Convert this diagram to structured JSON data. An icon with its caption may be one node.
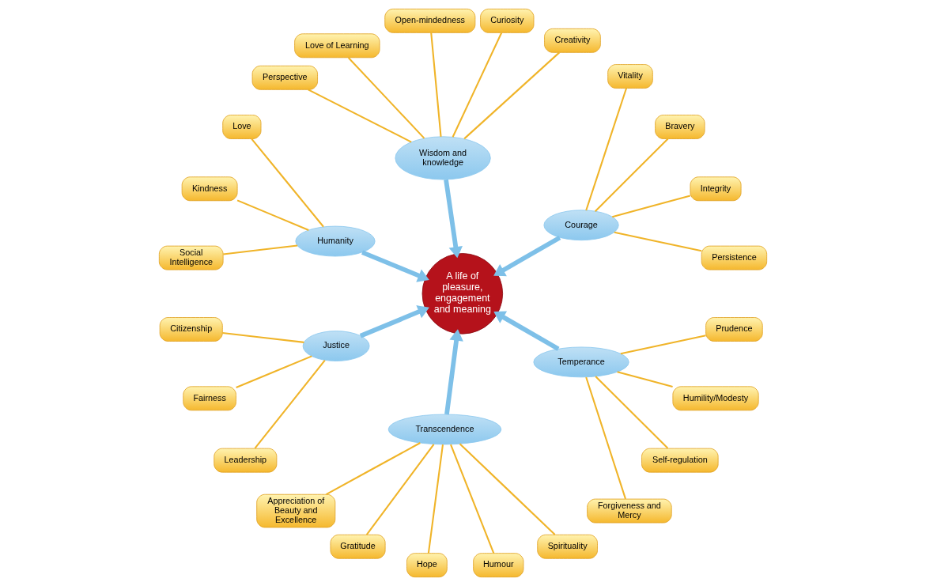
{
  "diagram": {
    "nodes": [
      {
        "text": [
          "Persistence"
        ]
      },
      {
        "text": [
          "Integrity"
        ]
      },
      {
        "text": [
          "Bravery"
        ]
      },
      {
        "text": [
          "Vitality"
        ]
      },
      {
        "text": [
          "Creativity"
        ]
      },
      {
        "text": [
          "Love"
        ]
      },
      {
        "text": [
          "Courage"
        ]
      },
      {
        "text": [
          "Curiosity"
        ]
      },
      {
        "text": [
          "Kindness"
        ]
      },
      {
        "text": [
          "Open-mindedness"
        ]
      },
      {
        "text": [
          "Social Intelligence"
        ]
      },
      {
        "text": [
          "Wisdom and knowledge"
        ]
      },
      {
        "text": [
          "Humanity"
        ]
      },
      {
        "text": [
          "Love of Learning"
        ]
      },
      {
        "text": [
          "Appreciation of Beauty and Excellence"
        ]
      },
      {
        "text": [
          "A life of pleasure, engagement and meaning"
        ]
      },
      {
        "text": [
          "Perspective"
        ]
      },
      {
        "text": [
          "Gratitude"
        ]
      },
      {
        "text": [
          "Justice"
        ]
      },
      {
        "text": [
          "Citizenship"
        ]
      },
      {
        "text": [
          "Transcendence"
        ]
      },
      {
        "text": [
          "Hope"
        ]
      },
      {
        "text": [
          "Fairness"
        ]
      },
      {
        "text": [
          "Humour"
        ]
      },
      {
        "text": [
          "Temperance"
        ]
      },
      {
        "text": [
          "Leadership"
        ]
      },
      {
        "text": [
          "Spirituality"
        ]
      },
      {
        "text": [
          "Forgiveness and Mercy"
        ]
      },
      {
        "text": [
          "Self-regulation"
        ]
      },
      {
        "text": [
          "Humility/Modesty"
        ]
      },
      {
        "text": [
          "Prudence"
        ]
      }
    ],
    "edges": [
      {
        "from": 6,
        "to": 15,
        "arrow": "to",
        "style": "thick",
        "color": "#7ec0e8"
      },
      {
        "from": 6,
        "to": 0,
        "arrow": "none"
      },
      {
        "from": 6,
        "to": 1,
        "arrow": "none"
      },
      {
        "from": 6,
        "to": 2,
        "arrow": "none"
      },
      {
        "from": 6,
        "to": 3,
        "arrow": "none"
      },
      {
        "from": 11,
        "to": 15,
        "arrow": "to",
        "style": "thick",
        "color": "#7ec0e8"
      },
      {
        "from": 11,
        "to": 4,
        "arrow": "none"
      },
      {
        "from": 11,
        "to": 7,
        "arrow": "none"
      },
      {
        "from": 11,
        "to": 9,
        "arrow": "none"
      },
      {
        "from": 11,
        "to": 13,
        "arrow": "none"
      },
      {
        "from": 11,
        "to": 16,
        "arrow": "none"
      },
      {
        "from": 12,
        "to": 15,
        "arrow": "to",
        "style": "thick",
        "color": "#7ec0e8"
      },
      {
        "from": 12,
        "to": 5,
        "arrow": "none"
      },
      {
        "from": 12,
        "to": 8,
        "arrow": "none"
      },
      {
        "from": 12,
        "to": 10,
        "arrow": "none"
      },
      {
        "from": 18,
        "to": 15,
        "arrow": "to",
        "style": "thick",
        "color": "#7ec0e8"
      },
      {
        "from": 18,
        "to": 19,
        "arrow": "none"
      },
      {
        "from": 18,
        "to": 22,
        "arrow": "none"
      },
      {
        "from": 18,
        "to": 25,
        "arrow": "none"
      },
      {
        "from": 20,
        "to": 15,
        "arrow": "to",
        "style": "thick",
        "color": "#7ec0e8"
      },
      {
        "from": 20,
        "to": 14,
        "arrow": "none"
      },
      {
        "from": 20,
        "to": 17,
        "arrow": "none"
      },
      {
        "from": 20,
        "to": 21,
        "arrow": "none"
      },
      {
        "from": 20,
        "to": 23,
        "arrow": "none"
      },
      {
        "from": 20,
        "to": 26,
        "arrow": "none"
      },
      {
        "from": 24,
        "to": 15,
        "arrow": "to",
        "style": "thick",
        "color": "#7ec0e8"
      },
      {
        "from": 24,
        "to": 27,
        "arrow": "none"
      },
      {
        "from": 24,
        "to": 29,
        "arrow": "none"
      },
      {
        "from": 24,
        "to": 30,
        "arrow": "none"
      },
      {
        "from": 24,
        "to": 28,
        "arrow": "none"
      }
    ]
  }
}
